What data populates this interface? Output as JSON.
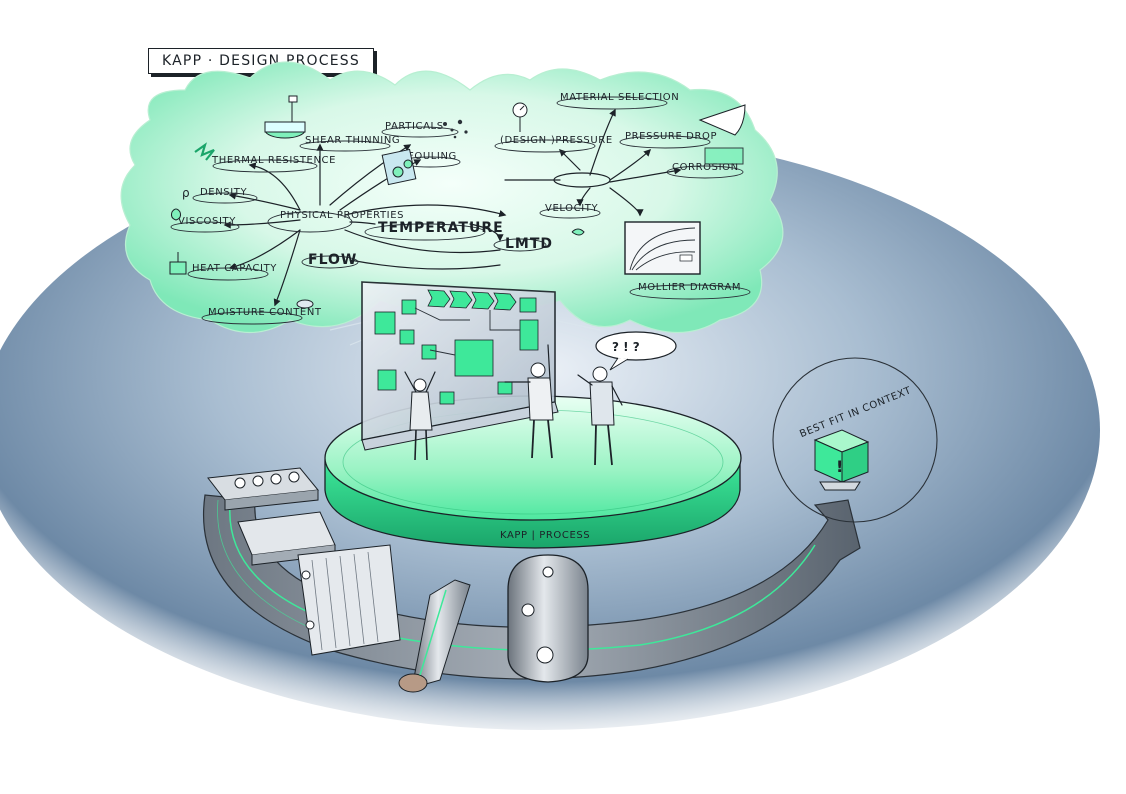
{
  "title": "KAPP · DESIGN PROCESS",
  "hub_labels": {
    "physical_properties": "PHYSICAL PROPERTIES",
    "temperature": "TEMPERATURE",
    "flow": "FLOW",
    "lmtd": "LMTD"
  },
  "property_labels": {
    "shear_thinning": "SHEAR THINNING",
    "particals": "PARTICALS",
    "fouling": "FOULING",
    "thermal_resistence": "THERMAL RESISTENCE",
    "density": "DENSITY",
    "viscosity": "VISCOSITY",
    "heat_capacity": "HEAT CAPACITY",
    "moisture_content": "MOISTURE CONTENT"
  },
  "design_labels": {
    "material_selection": "MATERIAL SELECTION",
    "design_pressure": "(DESIGN-)PRESSURE",
    "pressure_drop": "PRESSURE DROP",
    "corrosion": "CORROSION",
    "velocity": "VELOCITY",
    "mollier_diagram": "MOLLIER DIAGRAM"
  },
  "platform_label": "KAPP | PROCESS",
  "best_fit_label": "BEST FIT IN CONTEXT",
  "speech_bubble": "? ! ?",
  "colors": {
    "accent_green": "#3ee89a",
    "cloud_green": "#c9f5de",
    "floor_blue": "#4a6f94",
    "ink": "#1c2228"
  }
}
